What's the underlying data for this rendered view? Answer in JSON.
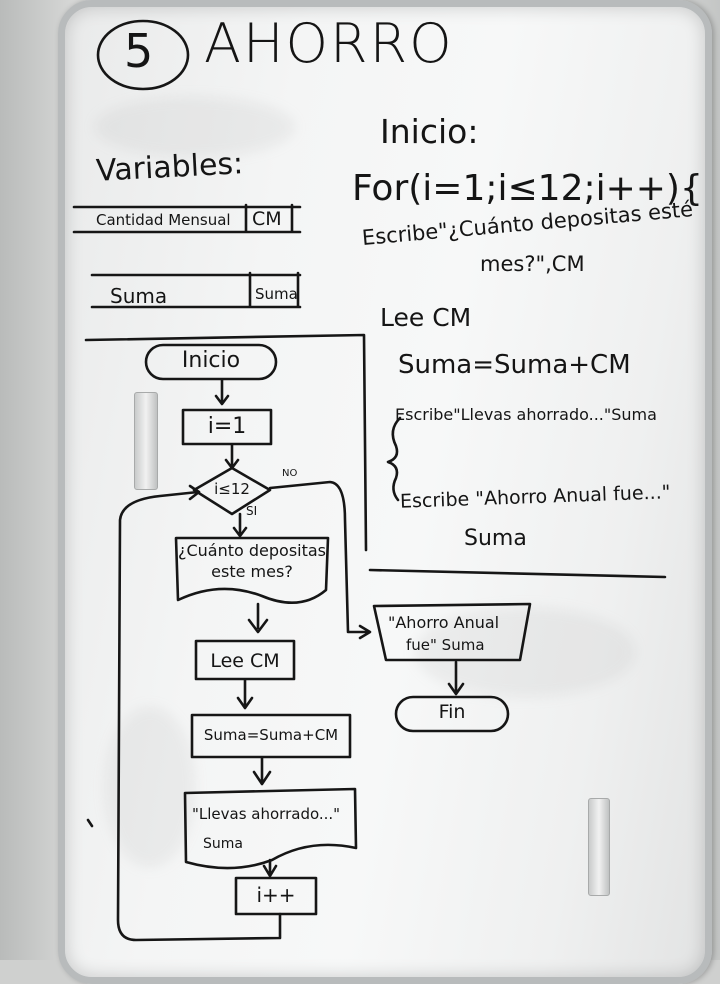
{
  "title": {
    "number": "5",
    "word": "AHORRO"
  },
  "variables": {
    "heading": "Variables:",
    "rows": [
      {
        "name": "Cantidad Mensual",
        "symbol": "CM"
      },
      {
        "name": "Suma",
        "symbol": "Suma"
      }
    ]
  },
  "pseudocode": {
    "start": "Inicio:",
    "loop": "For(i=1;i≤12;i++){",
    "write1_a": "Escribe\"¿Cuánto depositas esté",
    "write1_b": "mes?\",CM",
    "read": "Lee CM",
    "sum": "Suma=Suma+CM",
    "write2": "Escribe\"Llevas ahorrado...\"Suma",
    "close": "}",
    "write3_a": "Escribe \"Ahorro Anual fue...\"",
    "write3_b": "Suma"
  },
  "flowchart": {
    "start": "Inicio",
    "init": "i=1",
    "condition": "i≤12",
    "no": "NO",
    "yes": "SI",
    "prompt_a": "¿Cuánto depositas",
    "prompt_b": "este mes?",
    "read": "Lee CM",
    "sum": "Suma=Suma+CM",
    "progress_a": "\"Llevas ahorrado...\"",
    "progress_b": "Suma",
    "increment": "i++",
    "result_a": "\"Ahorro Anual",
    "result_b": "fue\" Suma",
    "end": "Fin"
  }
}
